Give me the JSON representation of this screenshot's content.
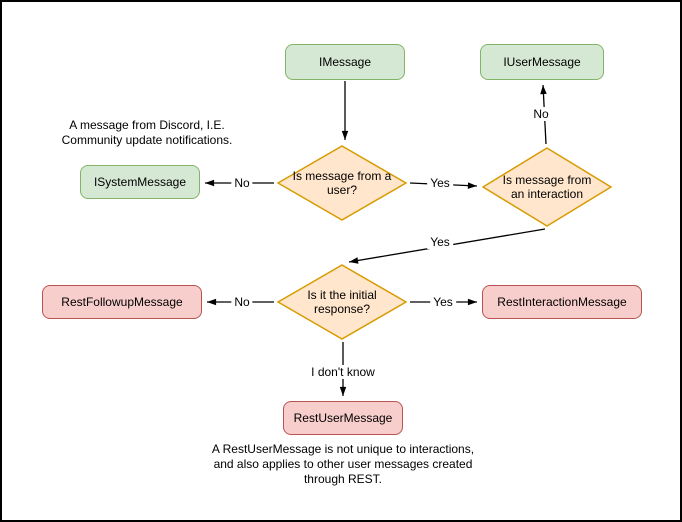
{
  "colors": {
    "green_fill": "#d5e8d4",
    "green_border": "#82b366",
    "orange_fill": "#ffe6cc",
    "orange_border": "#d79b00",
    "red_fill": "#f8cecc",
    "red_border": "#b85450",
    "arrow": "#000000",
    "background": "#ffffff"
  },
  "nodes": {
    "imessage": {
      "label": "IMessage"
    },
    "iusermessage": {
      "label": "IUserMessage"
    },
    "isystemmessage": {
      "label": "ISystemMessage"
    },
    "decision_user": {
      "label": "Is message from a user?"
    },
    "decision_interaction": {
      "label": "Is message from an interaction"
    },
    "decision_initial": {
      "label": "Is it the initial response?"
    },
    "restfollowupmessage": {
      "label": "RestFollowupMessage"
    },
    "restinteractionmessage": {
      "label": "RestInteractionMessage"
    },
    "restusermessage": {
      "label": "RestUserMessage"
    }
  },
  "edge_labels": {
    "user_no": "No",
    "user_yes": "Yes",
    "interaction_no": "No",
    "interaction_yes": "Yes",
    "initial_no": "No",
    "initial_yes": "Yes",
    "initial_idk": "I don't know"
  },
  "annotations": {
    "system_note": "A message from Discord, I.E.\nCommunity update notifications.",
    "restuser_note": "A RestUserMessage is not unique to interactions,\nand also applies to other user messages created\nthrough REST."
  }
}
